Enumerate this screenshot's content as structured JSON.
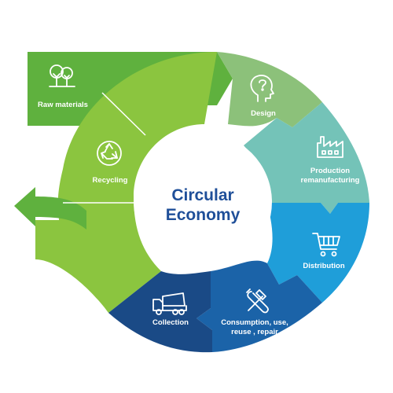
{
  "diagram": {
    "center": {
      "line1": "Circular",
      "line2": "Economy"
    },
    "stages": [
      {
        "id": "raw-materials",
        "label": "Raw materials",
        "icon": "trees-icon",
        "color": "#5fb13e"
      },
      {
        "id": "design",
        "label": "Design",
        "icon": "head-question-icon",
        "color": "#8cc17a"
      },
      {
        "id": "production",
        "label_line1": "Production",
        "label_line2": "remanufacturing",
        "icon": "factory-icon",
        "color": "#74c3b8"
      },
      {
        "id": "distribution",
        "label": "Distribution",
        "icon": "cart-icon",
        "color": "#1f9ed9"
      },
      {
        "id": "consumption",
        "label_line1": "Consumption, use,",
        "label_line2": "reuse , repair",
        "icon": "tools-icon",
        "color": "#1b63a8"
      },
      {
        "id": "collection",
        "label": "Collection",
        "icon": "truck-icon",
        "color": "#1a4a86"
      },
      {
        "id": "recycling",
        "label": "Recycling",
        "icon": "recycle-icon",
        "color": "#8bc53f"
      }
    ],
    "colors": {
      "green_light": "#8bc53f",
      "green_dark": "#5fb13e",
      "center_text": "#1f4f99"
    }
  }
}
